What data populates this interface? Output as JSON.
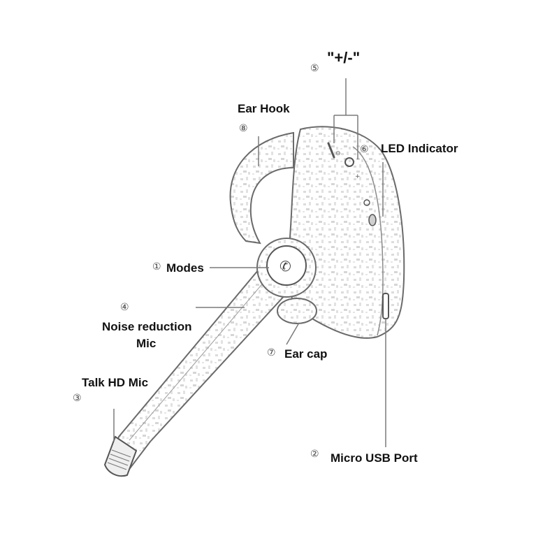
{
  "labels": {
    "volume": {
      "number": "⑤",
      "text": "\"+/-\""
    },
    "ear_hook": {
      "number": "⑧",
      "text": "Ear Hook"
    },
    "led": {
      "number": "⑥",
      "text": "LED Indicator"
    },
    "modes": {
      "number": "①",
      "text": "Modes"
    },
    "noise_mic": {
      "number": "④",
      "line1": "Noise reduction",
      "line2": "Mic"
    },
    "ear_cap": {
      "number": "⑦",
      "text": "Ear cap"
    },
    "talk_mic": {
      "number": "③",
      "text": "Talk HD Mic"
    },
    "usb": {
      "number": "②",
      "text": "Micro USB Port"
    }
  },
  "colors": {
    "outline": "#6a6a6a",
    "leader": "#7a7a7a",
    "text": "#111111"
  }
}
